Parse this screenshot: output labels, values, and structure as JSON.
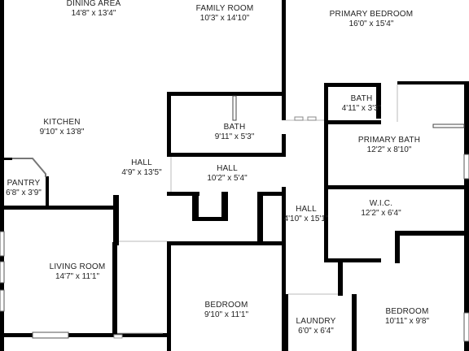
{
  "rooms": [
    {
      "id": "dining-area",
      "name": "DINING AREA",
      "dims": "14'8\" x 13'4\""
    },
    {
      "id": "family-room",
      "name": "FAMILY ROOM",
      "dims": "10'3\" x 14'10\""
    },
    {
      "id": "primary-bedroom",
      "name": "PRIMARY BEDROOM",
      "dims": "16'0\" x 15'4\""
    },
    {
      "id": "bath-upper",
      "name": "BATH",
      "dims": "4'11\" x 3'3\""
    },
    {
      "id": "kitchen",
      "name": "KITCHEN",
      "dims": "9'10\" x 13'8\""
    },
    {
      "id": "bath-center",
      "name": "BATH",
      "dims": "9'11\" x 5'3\""
    },
    {
      "id": "primary-bath",
      "name": "PRIMARY BATH",
      "dims": "12'2\" x 8'10\""
    },
    {
      "id": "hall-left",
      "name": "HALL",
      "dims": "4'9\" x 13'5\""
    },
    {
      "id": "hall-center",
      "name": "HALL",
      "dims": "10'2\" x 5'4\""
    },
    {
      "id": "pantry",
      "name": "PANTRY",
      "dims": "6'8\" x 3'9\""
    },
    {
      "id": "hall-right",
      "name": "HALL",
      "dims": "4'10\" x 15'1\""
    },
    {
      "id": "wic",
      "name": "W.I.C.",
      "dims": "12'2\" x 6'4\""
    },
    {
      "id": "living-room",
      "name": "LIVING ROOM",
      "dims": "14'7\" x 11'1\""
    },
    {
      "id": "bedroom-center",
      "name": "BEDROOM",
      "dims": "9'10\" x 11'1\""
    },
    {
      "id": "laundry",
      "name": "LAUNDRY",
      "dims": "6'0\" x 6'4\""
    },
    {
      "id": "bedroom-right",
      "name": "BEDROOM",
      "dims": "10'11\" x 9'8\""
    }
  ]
}
